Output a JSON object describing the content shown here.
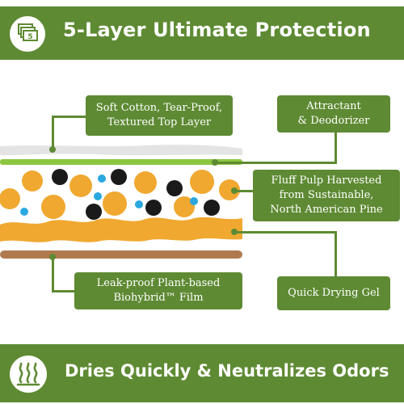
{
  "header": {
    "title": "5-Layer Ultimate Protection",
    "icon": "five-layers-icon"
  },
  "footer": {
    "title": "Dries Quickly & Neutralizes Odors",
    "icon": "steam-icon"
  },
  "labels": {
    "top_layer": [
      "Soft Cotton, Tear-Proof,",
      "Textured Top Layer"
    ],
    "attractant": [
      "Attractant",
      "& Deodorizer"
    ],
    "fluff_pulp": [
      "Fluff Pulp Harvested",
      "from Sustainable,",
      "North American Pine"
    ],
    "film": [
      "Leak-proof Plant-based",
      "Biohybrid™ Film"
    ],
    "gel": [
      "Quick Drying Gel"
    ]
  },
  "colors": {
    "brand_green": "#5e8a33",
    "light_green_layer": "#8cc63f",
    "orange_pulp": "#f0a830",
    "black_bead": "#1a1a1a",
    "blue_bead": "#29a8e0",
    "brown_film": "#b07a4f",
    "gray_top_layer": "#e4e4e4"
  }
}
